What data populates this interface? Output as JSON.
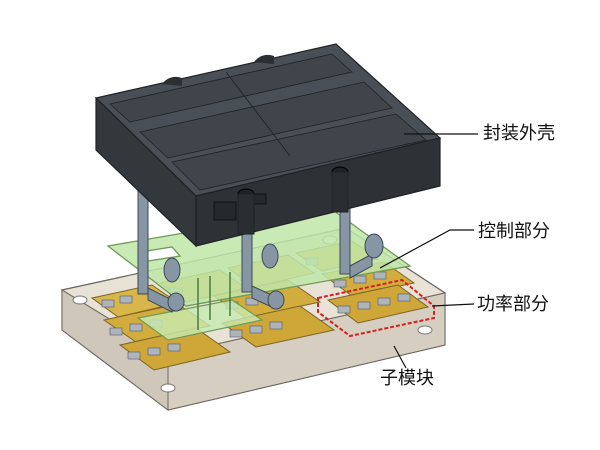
{
  "labels": {
    "housing": "封装外壳",
    "control": "控制部分",
    "power": "功率部分",
    "submodule": "子模块"
  },
  "colors": {
    "housing_dark": "#2f3338",
    "housing_face": "#3b4046",
    "housing_top": "#4a5057",
    "pins": "#7b8a99",
    "control_board": "#bfe6a8",
    "baseplate": "#e7dfd2",
    "substrate": "#c9a53a",
    "chips": "#a9afb6",
    "highlight_box": "#d32020",
    "leader": "#111111"
  },
  "icons": [
    "module-housing-icon",
    "terminal-pin-icon",
    "control-board-icon",
    "baseplate-icon",
    "chip-icon"
  ]
}
